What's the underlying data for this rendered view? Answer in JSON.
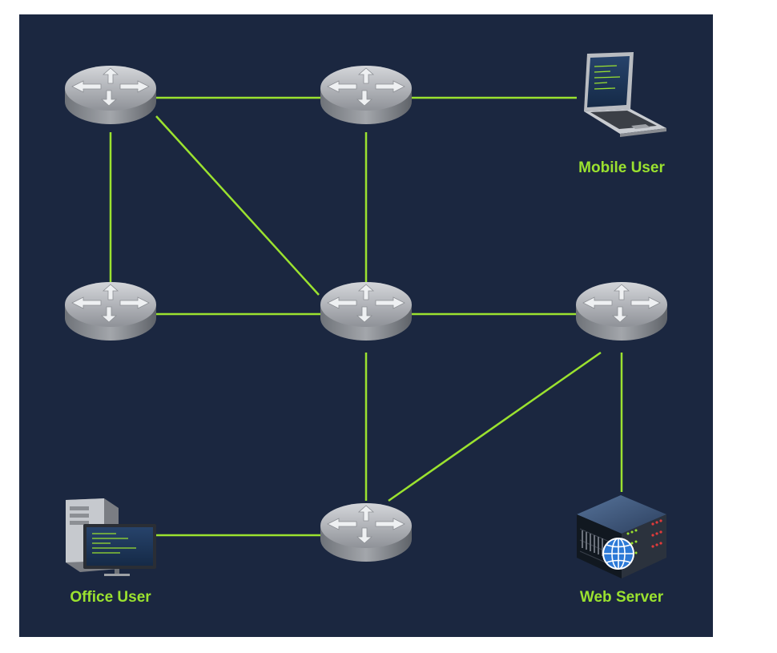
{
  "colors": {
    "background": "#1b2740",
    "link": "#9be22f",
    "label": "#9be22f",
    "router": "#9ea1a6"
  },
  "routers": [
    {
      "id": "r1",
      "name": "router-top-left"
    },
    {
      "id": "r2",
      "name": "router-top-center"
    },
    {
      "id": "r3",
      "name": "router-middle-left"
    },
    {
      "id": "r4",
      "name": "router-center"
    },
    {
      "id": "r5",
      "name": "router-middle-right"
    },
    {
      "id": "r6",
      "name": "router-bottom-center"
    }
  ],
  "endpoints": {
    "mobile_user": {
      "label": "Mobile User",
      "icon": "laptop-icon"
    },
    "office_user": {
      "label": "Office User",
      "icon": "desktop-computer-icon"
    },
    "web_server": {
      "label": "Web Server",
      "icon": "server-icon"
    }
  },
  "links": [
    [
      "r1",
      "r2"
    ],
    [
      "r1",
      "r3"
    ],
    [
      "r1",
      "r4"
    ],
    [
      "r2",
      "r4"
    ],
    [
      "r2",
      "mobile_user"
    ],
    [
      "r3",
      "r4"
    ],
    [
      "r4",
      "r5"
    ],
    [
      "r4",
      "r6"
    ],
    [
      "r5",
      "r6"
    ],
    [
      "r5",
      "web_server"
    ],
    [
      "r6",
      "office_user"
    ]
  ]
}
